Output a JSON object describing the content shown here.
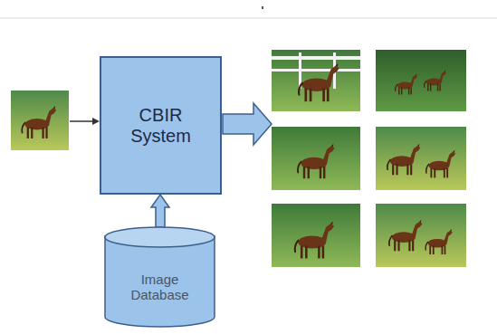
{
  "diagram": {
    "nodes": [
      {
        "text": [
          "CBIR System"
        ]
      },
      {
        "text": [
          "Image Database"
        ]
      }
    ],
    "edges": [
      {
        "from": 1,
        "to": 0,
        "arrow": "to"
      }
    ]
  }
}
